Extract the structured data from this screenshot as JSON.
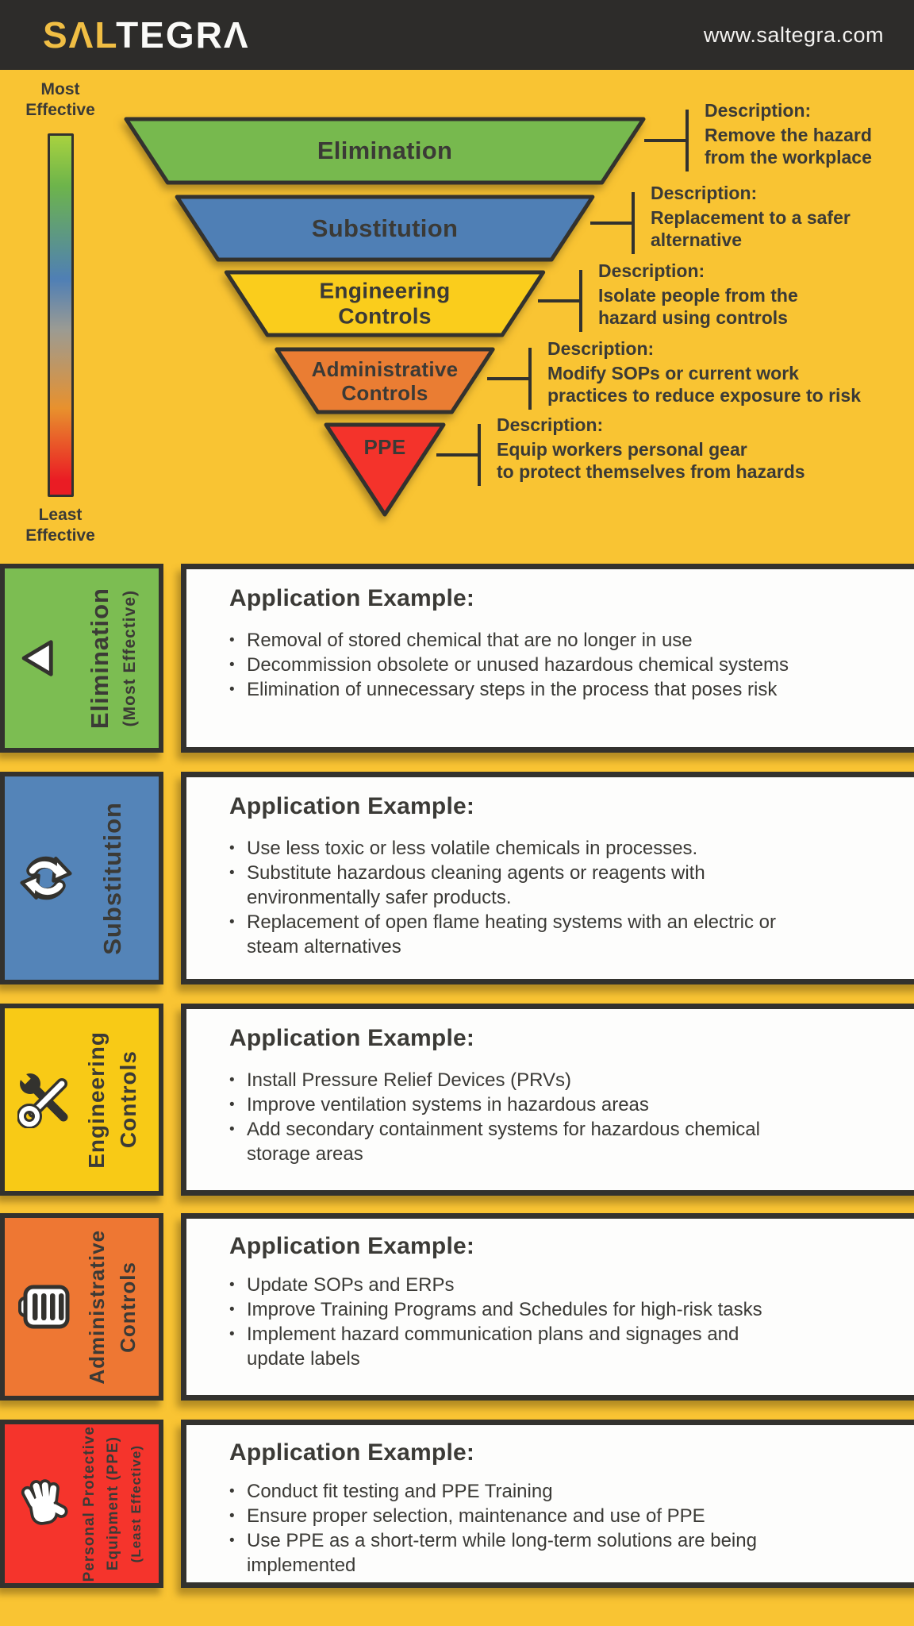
{
  "palette": {
    "background": "#F9C433",
    "header_bg": "#2D2C2A",
    "outline": "#33322E",
    "text_dark": "#3B3A36",
    "box_bg": "#FDFDFC",
    "logo_yellow": "#F0BE44",
    "logo_white": "#FAFAF8"
  },
  "header": {
    "brand_name": "SALTEGRA",
    "logo_left": "SΛL",
    "logo_right": "TEGRΛ",
    "website": "www.saltegra.com"
  },
  "effectiveness_scale": {
    "top_label": "Most\nEffective",
    "bottom_label": "Least\nEffective",
    "gradient_stops": [
      "#A8D23F",
      "#6DB44B",
      "#4F7FB5",
      "#9B9B93",
      "#E8912D",
      "#EA1C24"
    ]
  },
  "pyramid_levels": [
    {
      "id": "elimination",
      "label_lines": [
        "Elimination"
      ],
      "color": "#77B94E",
      "description_title": "Description:",
      "description_lines": [
        "Remove the hazard",
        "from the workplace"
      ]
    },
    {
      "id": "substitution",
      "label_lines": [
        "Substitution"
      ],
      "color": "#4F7FB5",
      "description_title": "Description:",
      "description_lines": [
        "Replacement to a safer",
        "alternative"
      ]
    },
    {
      "id": "engineering-controls",
      "label_lines": [
        "Engineering",
        "Controls"
      ],
      "color": "#FACD1C",
      "description_title": "Description:",
      "description_lines": [
        "Isolate people from the",
        "hazard using controls"
      ]
    },
    {
      "id": "administrative-controls",
      "label_lines": [
        "Administrative",
        "Controls"
      ],
      "color": "#EA7D33",
      "description_title": "Description:",
      "description_lines": [
        "Modify SOPs or current work",
        "practices to reduce exposure to risk"
      ]
    },
    {
      "id": "ppe",
      "label_lines": [
        "PPE"
      ],
      "color": "#F4332B",
      "description_title": "Description:",
      "description_lines": [
        "Equip workers personal gear",
        "to protect themselves from hazards"
      ]
    }
  ],
  "sections": [
    {
      "id": "elimination",
      "color": "#7CBD52",
      "icon": "triangle-left-icon",
      "side_label_lines": [
        "Elimination"
      ],
      "side_sublabel": "(Most Effective)",
      "heading": "Application Example:",
      "bullets": [
        [
          "Removal of stored chemical that are no longer in use"
        ],
        [
          "Decommission obsolete or unused hazardous chemical systems"
        ],
        [
          "Elimination of unnecessary steps in the process that poses risk"
        ]
      ]
    },
    {
      "id": "substitution",
      "color": "#5484B8",
      "icon": "sync-arrows-icon",
      "side_label_lines": [
        "Substitution"
      ],
      "side_sublabel": "",
      "heading": "Application Example:",
      "bullets": [
        [
          "Use less toxic or less volatile chemicals in processes."
        ],
        [
          "Substitute hazardous cleaning agents or reagents with",
          "environmentally safer products."
        ],
        [
          "Replacement of open flame heating systems with an electric or",
          "steam alternatives"
        ]
      ]
    },
    {
      "id": "engineering-controls",
      "color": "#F8CA16",
      "icon": "crossed-wrenches-icon",
      "side_label_lines": [
        "Engineering",
        "Controls"
      ],
      "side_sublabel": "",
      "heading": "Application Example:",
      "bullets": [
        [
          "Install Pressure Relief Devices (PRVs)"
        ],
        [
          "Improve ventilation systems in hazardous areas"
        ],
        [
          "Add secondary containment systems for hazardous chemical",
          "storage areas"
        ]
      ]
    },
    {
      "id": "administrative-controls",
      "color": "#EE7733",
      "icon": "checklist-clipboard-icon",
      "side_label_lines": [
        "Administrative",
        "Controls"
      ],
      "side_sublabel": "",
      "heading": "Application Example:",
      "bullets": [
        [
          "Update SOPs and ERPs"
        ],
        [
          "Improve Training Programs and Schedules for high-risk tasks"
        ],
        [
          "Implement hazard communication plans and signages and",
          "update labels"
        ]
      ]
    },
    {
      "id": "ppe",
      "color": "#F5342C",
      "icon": "protective-glove-icon",
      "side_label_lines": [
        "Personal Protective",
        "Equipment (PPE)"
      ],
      "side_sublabel": "(Least Effective)",
      "heading": "Application Example:",
      "bullets": [
        [
          "Conduct fit testing and PPE Training"
        ],
        [
          "Ensure proper selection, maintenance and use of PPE"
        ],
        [
          "Use PPE as a short-term while long-term solutions are being",
          "implemented"
        ]
      ]
    }
  ]
}
